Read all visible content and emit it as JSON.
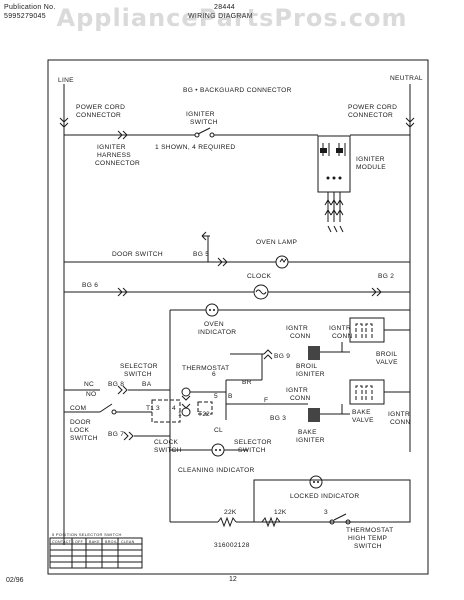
{
  "header": {
    "publication_label": "Publication No.",
    "publication_number": "5995279045",
    "model": "28444",
    "title": "WIRING DIAGRAM"
  },
  "watermark": "AppliancePartsPros.com",
  "diagram": {
    "line": "LINE",
    "neutral": "NEUTRAL",
    "bg_connector": "BG • BACKGUARD CONNECTOR",
    "power_cord_left": [
      "POWER CORD",
      "CONNECTOR"
    ],
    "power_cord_right": [
      "POWER CORD",
      "CONNECTOR"
    ],
    "igniter_switch": [
      "IGNITER",
      "SWITCH"
    ],
    "igniter_harness": [
      "IGNITER",
      "HARNESS",
      "CONNECTOR"
    ],
    "shown_required": "1 SHOWN, 4 REQUIRED",
    "igniter_module": [
      "IGNITER",
      "MODULE"
    ],
    "door_switch": "DOOR SWITCH",
    "bg5": "BG 5",
    "oven_lamp": "OVEN LAMP",
    "clock": "CLOCK",
    "bg6": "BG 6",
    "bg2": "BG 2",
    "oven_indicator": [
      "OVEN",
      "INDICATOR"
    ],
    "ignitr_conn_1": [
      "IGNTR",
      "CONN"
    ],
    "ignitr_conn_2": [
      "IGNTR",
      "CONN"
    ],
    "broil_valve": [
      "BROIL",
      "VALVE"
    ],
    "bg9": "BG 9",
    "broil_igniter": [
      "BROIL",
      "IGNITER"
    ],
    "selector_switch_top": [
      "SELECTOR",
      "SWITCH"
    ],
    "thermostat": "THERMOSTAT",
    "br": "BR",
    "b": "B",
    "nc": "NC",
    "bg8": "BG 8",
    "ba": "BA",
    "no": "NO",
    "com": "COM",
    "t1": "T1",
    "t3": "3",
    "n4": "4",
    "n1": "1",
    "n2": "2",
    "t2": "T2",
    "n5": "5",
    "n6": "6",
    "f": "F",
    "ignitr_conn_3": [
      "IGNTR",
      "CONN"
    ],
    "bake_valve": [
      "BAKE",
      "VALVE"
    ],
    "ignitr_conn_4": [
      "IGNTR",
      "CONN"
    ],
    "door_lock_switch": [
      "DOOR",
      "LOCK",
      "SWITCH"
    ],
    "bg7": "BG 7",
    "clock_switch": [
      "CLOCK",
      "SWITCH"
    ],
    "cl": "CL",
    "selector_switch_bottom": [
      "SELECTOR",
      "SWITCH"
    ],
    "bg3": "BG 3",
    "bake_igniter": [
      "BAKE",
      "IGNITER"
    ],
    "cleaning_indicator": "CLEANING INDICATOR",
    "locked_indicator": "LOCKED INDICATOR",
    "r22k": "22K",
    "r12k": "12K",
    "thermostat_high_temp": [
      "THERMOSTAT",
      "HIGH TEMP",
      "SWITCH"
    ],
    "part_number": "316002128",
    "table_caption": "5 POSITION SELECTOR SWITCH",
    "table_headers": [
      "CONTACTS",
      "OFF",
      "BAKE",
      "BROIL",
      "CLEAN"
    ]
  },
  "footer": {
    "date": "02/96",
    "page": "12"
  }
}
